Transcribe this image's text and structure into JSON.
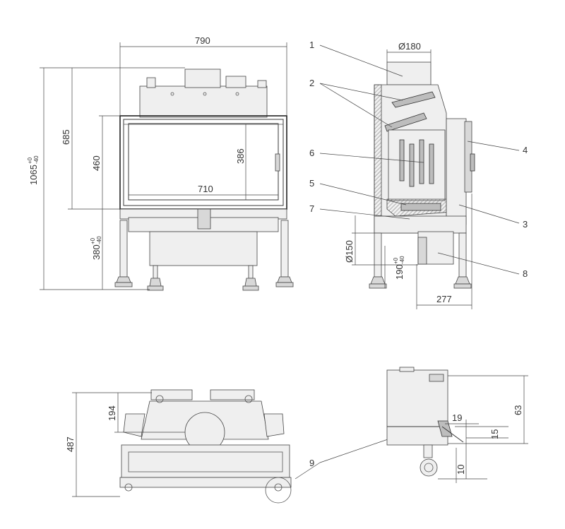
{
  "dimensions": {
    "front_width": "790",
    "height_total": "1065",
    "height_total_tol_top": "+0",
    "height_total_tol_bottom": "-40",
    "height_685": "685",
    "height_460": "460",
    "glass_height": "386",
    "glass_width": "710",
    "leg_height": "380",
    "leg_tol_top": "+0",
    "leg_tol_bottom": "-40",
    "flue_diameter": "Ø180",
    "air_inlet_diameter": "Ø150",
    "air_inlet_height": "190",
    "air_inlet_tol_top": "+0",
    "air_inlet_tol_bottom": "-40",
    "side_depth": "277",
    "top_depth": "487",
    "top_offset": "194",
    "detail_63": "63",
    "detail_19": "19",
    "detail_15": "15",
    "detail_10": "10"
  },
  "callouts": [
    "1",
    "2",
    "3",
    "4",
    "5",
    "6",
    "7",
    "8",
    "9"
  ]
}
